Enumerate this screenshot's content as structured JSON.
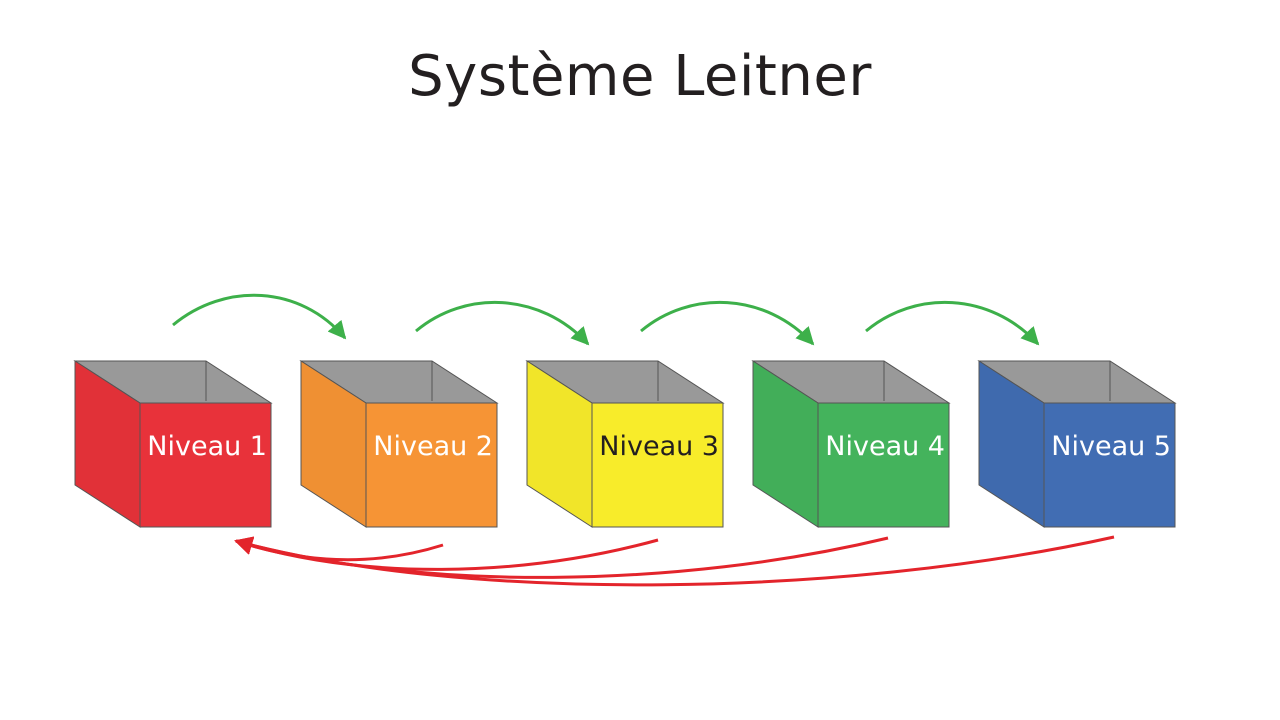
{
  "title": "Système Leitner",
  "boxes": [
    {
      "label": "Niveau 1",
      "front_color": "#e8323a",
      "side_color": "#e8323a",
      "text_color": "#ffffff"
    },
    {
      "label": "Niveau 2",
      "front_color": "#f69435",
      "side_color": "#f69435",
      "text_color": "#ffffff"
    },
    {
      "label": "Niveau 3",
      "front_color": "#f8ec2a",
      "side_color": "#f8ec2a",
      "text_color": "#231f20"
    },
    {
      "label": "Niveau 4",
      "front_color": "#44b35c",
      "side_color": "#44b35c",
      "text_color": "#ffffff"
    },
    {
      "label": "Niveau 5",
      "front_color": "#416db3",
      "side_color": "#416db3",
      "text_color": "#ffffff"
    }
  ],
  "colors": {
    "box_top": "#999999",
    "outline": "#555555",
    "forward_arrow": "#3db04a",
    "reset_arrow": "#e3242b"
  }
}
